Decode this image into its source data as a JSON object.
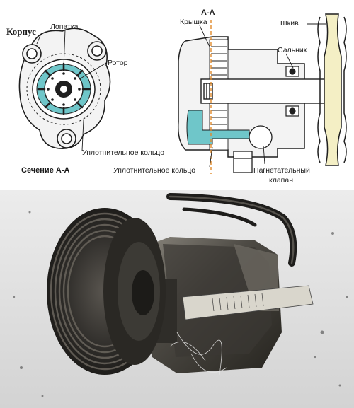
{
  "diagram": {
    "left_view": {
      "labels": {
        "housing": "Корпус",
        "vane": "Лопатка",
        "rotor": "Ротор",
        "seal_ring": "Уплотнительное кольцо",
        "section": "Сечение А-А"
      }
    },
    "right_view": {
      "labels": {
        "section_mark": "А-А",
        "cover": "Крышка",
        "pulley": "Шкив",
        "oil_seal": "Сальник",
        "seal_ring": "Уплотнительное кольцо",
        "pressure_valve_line1": "Нагнетательный",
        "pressure_valve_line2": "клапан"
      }
    }
  },
  "photo": {
    "subject": "power-steering-pump-photo"
  },
  "colors": {
    "fluid": "#6fc6c9",
    "line": "#1f1f1f",
    "metal_fill": "#f3f3f3",
    "pulley_fill": "#f4efc5",
    "section_line": "#e08a2a",
    "photo_bg": "#e3e3e3",
    "photo_metal": "#2b2a27"
  }
}
